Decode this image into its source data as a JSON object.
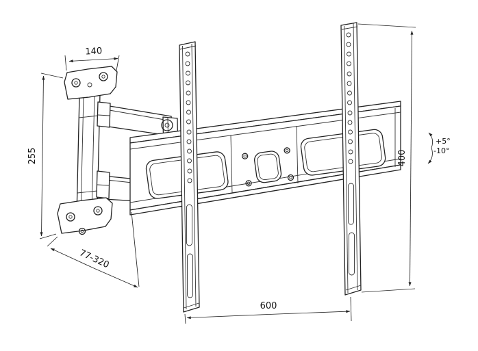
{
  "canvas": {
    "background": "#ffffff",
    "line_color": "#222222"
  },
  "drawing": {
    "type": "dimensioned-technical-line-drawing",
    "annotations": {
      "wall_plate_width": "140",
      "wall_plate_height": "255",
      "extension_range": "77-320",
      "rail_span": "600",
      "rail_height": "400",
      "tilt_up": "+5°",
      "tilt_down": "-10°"
    }
  }
}
